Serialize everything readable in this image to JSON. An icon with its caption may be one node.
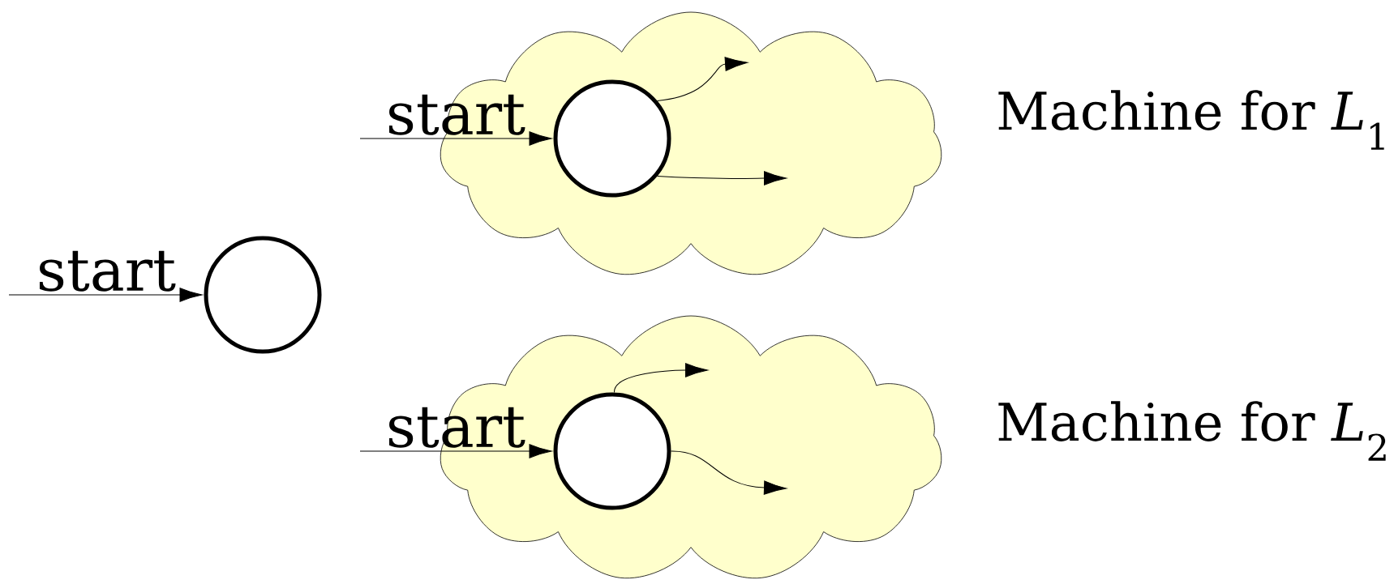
{
  "diagram": {
    "nodes": [
      {
        "text": [],
        "shape": "cloud",
        "beside": [
          "Machine for *L*$_{1}$"
        ]
      },
      {
        "text": [],
        "shape": "circle",
        "in": 0
      },
      {
        "text": [],
        "shape": "circle"
      },
      {
        "text": [],
        "shape": "cloud",
        "beside": [
          "Machine for *L*$_{2}$"
        ]
      },
      {
        "text": [],
        "shape": "circle",
        "in": 3
      }
    ],
    "edges": [
      {
        "from": null,
        "to": 1,
        "arrow": "to"
      },
      {
        "from": 1,
        "to": null,
        "arrow": "to"
      },
      {
        "from": 1,
        "to": null,
        "arrow": "to"
      },
      {
        "from": null,
        "to": 2,
        "arrow": "to"
      },
      {
        "from": null,
        "to": 4,
        "arrow": "to"
      },
      {
        "from": 4,
        "to": null,
        "arrow": "to"
      },
      {
        "from": 4,
        "to": null,
        "arrow": "to"
      }
    ],
    "labels": [
      "start",
      "start",
      "start"
    ]
  }
}
